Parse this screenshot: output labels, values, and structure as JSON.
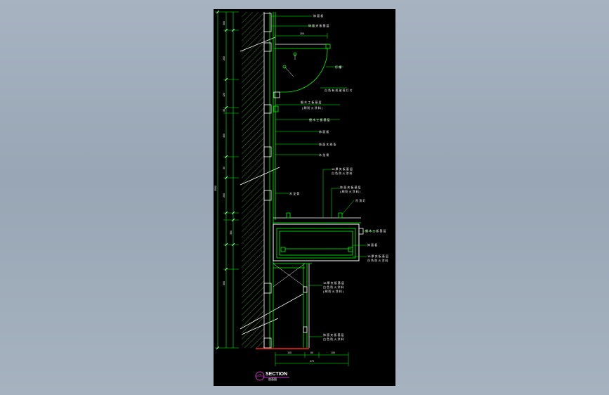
{
  "drawing": {
    "title": "SECTION",
    "subtitle": "剖面图",
    "number": "—",
    "annotations": {
      "a1": "饰 面 板",
      "a2": "饰 面 夹 板 基 层",
      "a3": "灯 槽",
      "a4": "白 色 有 机 玻 璃 灯 片",
      "a5": "细 木 工 板 基 层",
      "a6": "( 刷 防 火 涂 料 )",
      "a7": "细 木 工 板 基 层",
      "a8": "饰 面 板",
      "a9": "饰 面 木 线 条",
      "a10": "木 龙 骨",
      "a11": "木 龙 骨",
      "a12": "18 厚 夹 板 基 层",
      "a13": "白 色 防 火 涂 料",
      "a14": "饰 面 夹 板 基 层",
      "a15": "( 刷 防 火 涂 料 )",
      "a16": "吊 顶 灯",
      "a17": "细 木 工 板 基 层",
      "a18": "饰 面 板",
      "a19": "18 厚 夹 板 基 层",
      "a20": "白 色 防 火 涂 料",
      "a21": "18 厚 夹 板 基 层",
      "a22": "白 色 防 火 涂 料",
      "a23": "( 刷 防 火 涂 料 )",
      "a24": "饰 面 夹 板 基 层",
      "a25": "白 色 防 火 涂 料"
    },
    "dimensions": {
      "top_width": "200",
      "bottom_left": "100",
      "bottom_mid": "60",
      "bottom_right": "100",
      "bottom_total": "270",
      "total_height": "2550",
      "v1": "300",
      "v2": "200",
      "v3": "30",
      "v4": "120",
      "v5": "450",
      "v6": "30",
      "v7": "200",
      "v8": "300",
      "v9": "350"
    }
  }
}
